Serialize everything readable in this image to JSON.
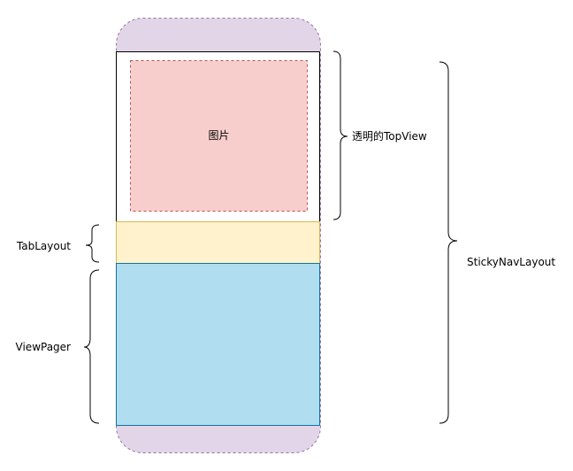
{
  "labels": {
    "image": "图片",
    "top_view": "透明的TopView",
    "tab_layout": "TabLayout",
    "view_pager": "ViewPager",
    "sticky_nav_layout": "StickyNavLayout"
  },
  "colors": {
    "phone_frame_fill": "#e1d5e7",
    "phone_frame_stroke": "#9673a6",
    "top_view_fill": "#ffffff",
    "top_view_stroke": "#000000",
    "image_fill": "#f8cecc",
    "image_stroke": "#b85450",
    "tab_fill": "#fff2cc",
    "tab_stroke": "#d6b656",
    "pager_fill": "#b1ddf0",
    "pager_stroke": "#10739e",
    "brace_stroke": "#000000"
  }
}
